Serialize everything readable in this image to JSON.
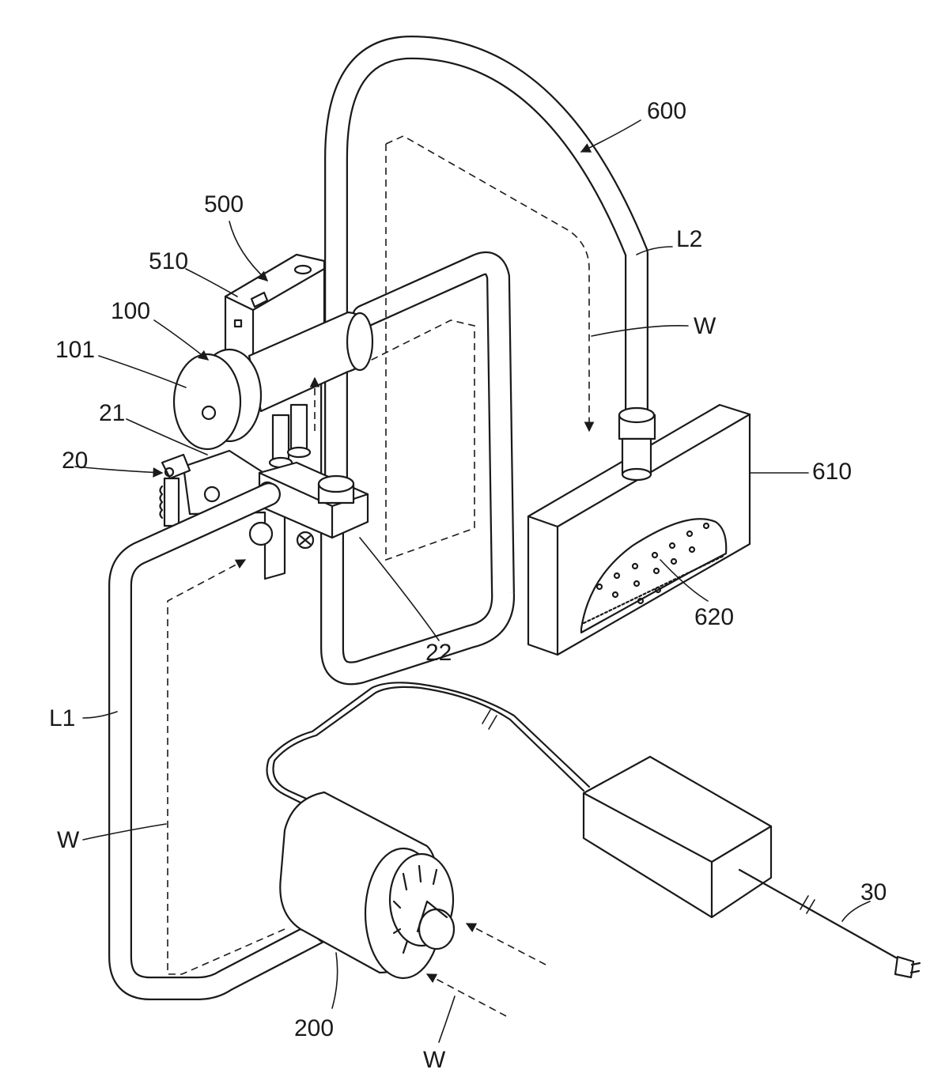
{
  "labels": {
    "l600": "600",
    "l500": "500",
    "l510": "510",
    "l100": "100",
    "l101": "101",
    "l21": "21",
    "l20": "20",
    "lL2": "L2",
    "lW_top": "W",
    "l610": "610",
    "l620": "620",
    "l22": "22",
    "lL1": "L1",
    "lW_left": "W",
    "l200": "200",
    "lW_bottom": "W",
    "l30": "30"
  }
}
